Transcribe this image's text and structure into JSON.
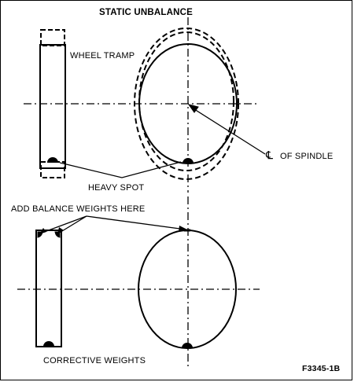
{
  "title": "STATIC UNBALANCE",
  "labels": {
    "wheel_tramp": "WHEEL TRAMP",
    "heavy_spot": "HEAVY SPOT",
    "cl_symbol": "℄",
    "of_spindle": "OF SPINDLE",
    "add_balance_weights": "ADD BALANCE WEIGHTS HERE",
    "corrective_weights": "CORRECTIVE WEIGHTS",
    "figure_code": "F3345-1B"
  }
}
